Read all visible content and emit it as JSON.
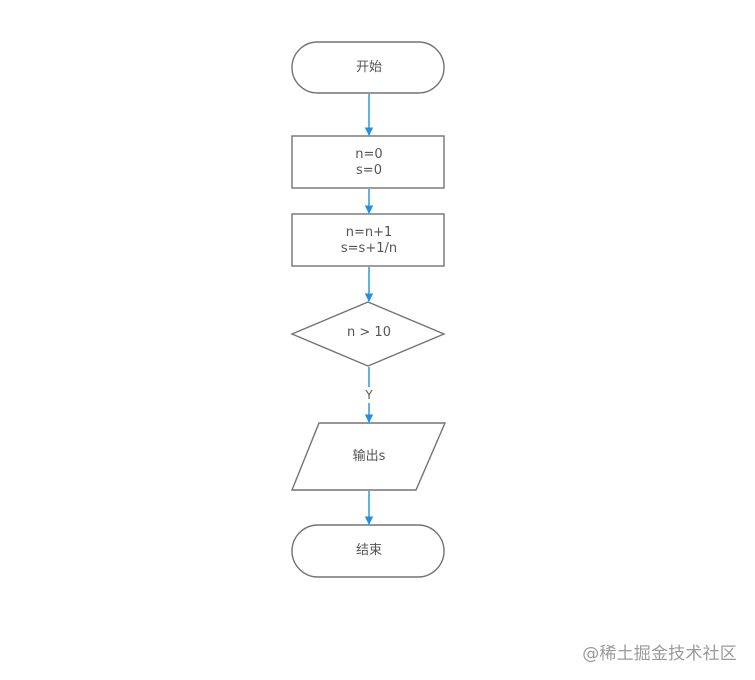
{
  "diagram": {
    "nodes": {
      "start": {
        "label": "开始"
      },
      "init_n": {
        "line1": "n=0",
        "line2": "s=0"
      },
      "update": {
        "line1": "n=n+1",
        "line2": "s=s+1/n"
      },
      "condition": {
        "label": "n > 10"
      },
      "output": {
        "label": "输出s"
      },
      "end": {
        "label": "结束"
      }
    },
    "edges": {
      "condition_to_output": {
        "label": "Y"
      }
    },
    "colors": {
      "shape_stroke": "#737373",
      "shape_fill": "#ffffff",
      "arrow": "#1e90e8",
      "text": "#555555"
    }
  },
  "watermark": {
    "text": "@稀土掘金技术社区"
  }
}
